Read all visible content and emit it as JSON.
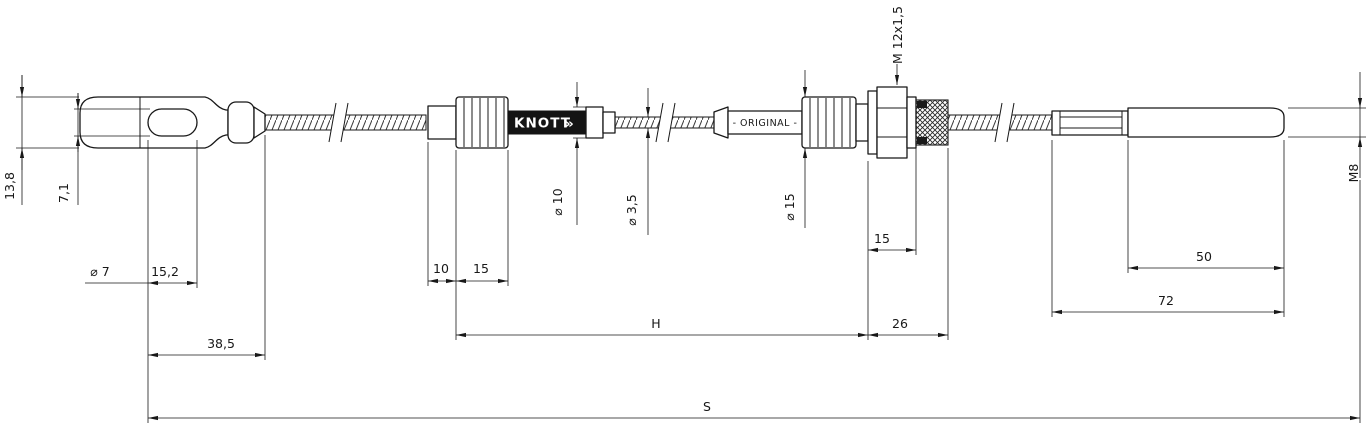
{
  "labels": {
    "brand": "KNOTT",
    "brand_arrows": "»",
    "original": "- ORIGINAL -"
  },
  "dims": {
    "d13_8": "13,8",
    "d7_1": "7,1",
    "dia7": "⌀ 7",
    "d15_2": "15,2",
    "d38_5": "38,5",
    "d10": "10",
    "d15a": "15",
    "dia10": "⌀ 10",
    "dia35": "⌀ 3,5",
    "dia15": "⌀ 15",
    "m12": "M 12x1,5",
    "d15b": "15",
    "h": "H",
    "d26": "26",
    "d50": "50",
    "d72": "72",
    "m8": "M8",
    "s": "S"
  }
}
